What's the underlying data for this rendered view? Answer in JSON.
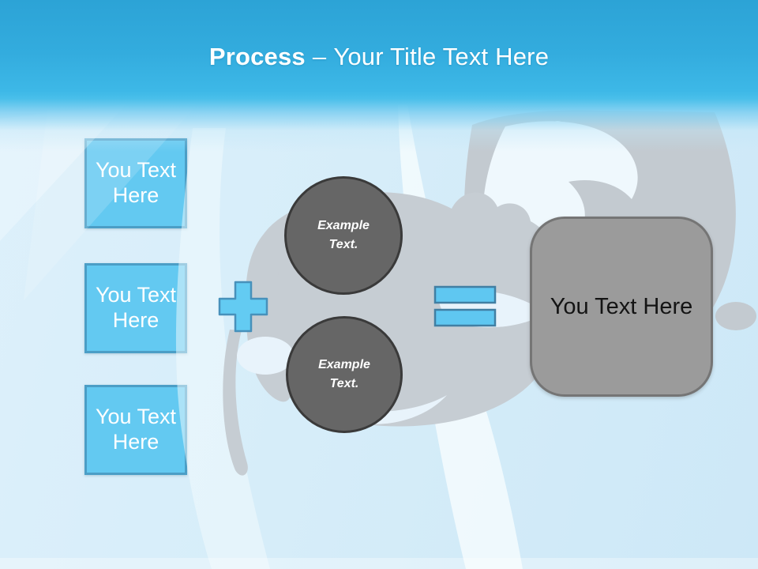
{
  "slide": {
    "title": {
      "keyword": "Process",
      "separator": "–",
      "subtitle": "Your Title Text Here"
    },
    "left_boxes": [
      {
        "label": "You Text Here"
      },
      {
        "label": "You Text Here"
      },
      {
        "label": "You Text Here"
      }
    ],
    "operators": {
      "plus": "+",
      "equals": "="
    },
    "example_circles": [
      {
        "label": "Example Text."
      },
      {
        "label": "Example Text."
      }
    ],
    "result_box": {
      "label": "You Text Here"
    },
    "colors": {
      "header_top": "#2CA3D6",
      "header_bottom": "#49BFEA",
      "body_background": "#D6EDF9",
      "placeholder_fill": "#63C9F1",
      "placeholder_border": "#4B9EC6",
      "operator_fill": "#63CBF2",
      "operator_border": "#4791BB",
      "circle_fill": "#666666",
      "circle_border": "#3A3A3A",
      "result_fill": "#9B9B9B",
      "result_border": "#757575",
      "silhouette_gray": "#C6CDD3",
      "swoosh_white": "#F4FBFE"
    }
  }
}
